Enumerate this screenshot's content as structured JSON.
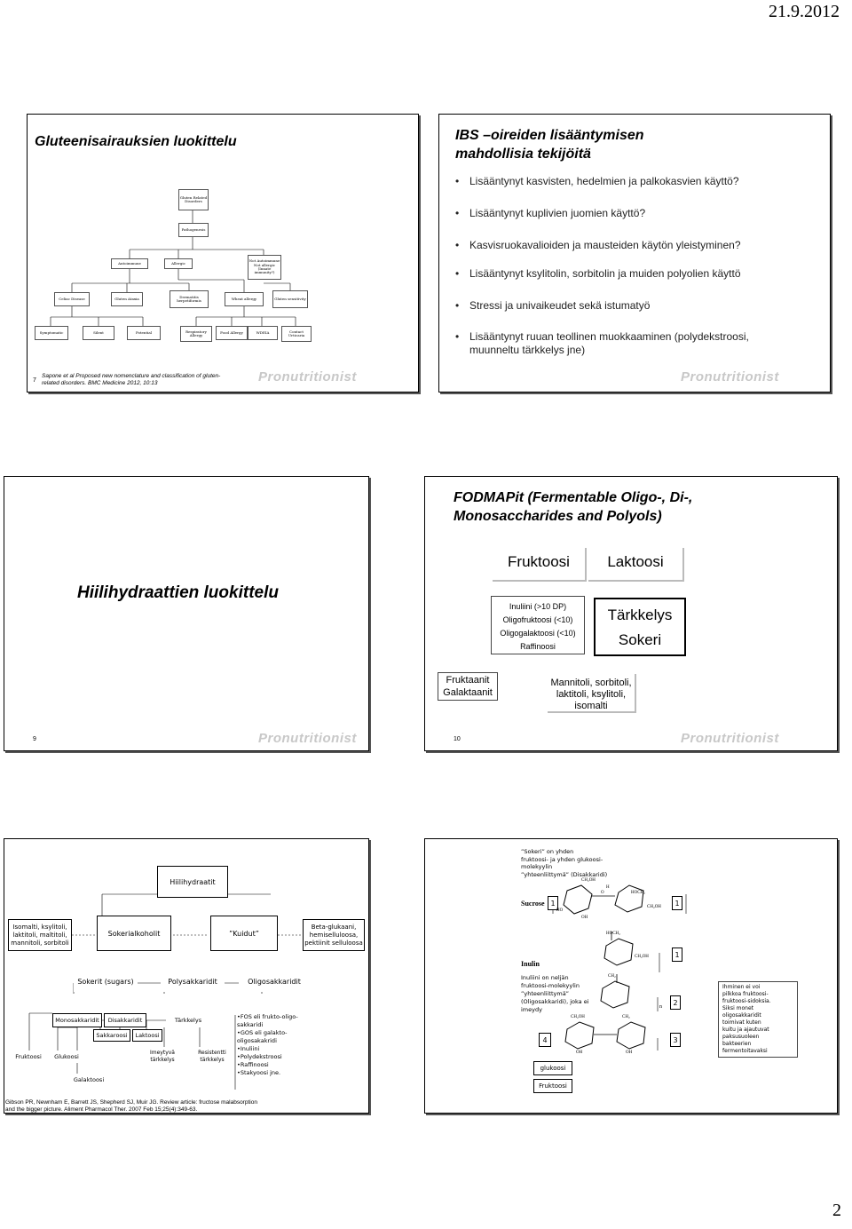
{
  "header": {
    "date": "21.9.2012",
    "page_number": "2"
  },
  "logo_text": "Pronutritionist",
  "slide7": {
    "title": "Gluteenisairauksien luokittelu",
    "number": "7",
    "citation_line1": "Sapone et al Proposed new nomenclature and classification of gluten-",
    "citation_line2": "related disorders. BMC Medicine 2012, 10:13",
    "tree": {
      "root": "Gluten Related Disorders",
      "pathogenesis": "Pathogenesis",
      "autoimmune": "Autoimmune",
      "allergic": "Allergic",
      "nonauto": "Not Autoimmune Not allergic (Innate immunity?)",
      "celiac": "Celiac Disease",
      "ataxia": "Gluten Ataxia",
      "dermatitis": "Dermatitis herpetiformis",
      "wheat_allergy": "Wheat allergy",
      "sensitivity": "Gluten sensitivity",
      "symptomatic": "Symptomatic",
      "silent": "Silent",
      "potential": "Potential",
      "respiratory": "Respiratory Allergy",
      "food_allergy": "Food Allergy",
      "wdeia": "WDEIA",
      "contact": "Contact Urticaria"
    }
  },
  "slide8": {
    "title_line1": "IBS –oireiden lisääntymisen",
    "title_line2": "mahdollisia tekijöitä",
    "bullets": [
      "Lisääntynyt kasvisten, hedelmien ja palkokasvien käyttö?",
      "Lisääntynyt kuplivien juomien käyttö?",
      "Kasvisruokavalioiden ja mausteiden käytön yleistyminen?",
      "Lisääntynyt ksylitolin, sorbitolin ja muiden polyolien käyttö",
      "Stressi ja univaikeudet sekä istumatyö",
      "Lisääntynyt ruuan teollinen muokkaaminen (polydekstroosi,"
    ],
    "bullet6_line2": "muunneltu tärkkelys jne)"
  },
  "slide9": {
    "title": "Hiilihydraattien luokittelu",
    "number": "9"
  },
  "slide10": {
    "title_line1": "FODMAPit (Fermentable Oligo-, Di-,",
    "title_line2": "Monosaccharides and Polyols)",
    "fruktoosi": "Fruktoosi",
    "laktoosi": "Laktoosi",
    "oligo_lines": [
      "Inuliini (>10 DP)",
      "Oligofruktoosi (<10)",
      "Oligogalaktoosi (<10)",
      "Raffinoosi"
    ],
    "tarkkelys": "Tärkkelys",
    "sokeri": "Sokeri",
    "fruktaanit": "Fruktaanit",
    "galaktaanit": "Galaktaanit",
    "polyol_lines": [
      "Mannitoli, sorbitoli,",
      "laktitoli, ksylitoli,",
      "isomalti"
    ],
    "number": "10"
  },
  "slide11": {
    "root": "Hiilihydraatit",
    "polyols": [
      "Isomalti, ksylitoli,",
      "laktitoli, maltitoli,",
      "mannitoli, sorbitoli"
    ],
    "sokerialkoholit": "Sokerialkoholit",
    "kuidut": "”Kuidut”",
    "beta": [
      "Beta-glukaani,",
      "hemiselluloosa,",
      "pektiinit selluloosa"
    ],
    "sokerit": "Sokerit (sugars)",
    "poly": "Polysakkaridit",
    "oligo": "Oligosakkaridit",
    "mono": "Monosakkaridit",
    "disakkaridit": "Disakkaridit",
    "tarkkelys": "Tärkkelys",
    "sakkaroosi": "Sakkaroosi",
    "laktoosi": "Laktoosi",
    "fruktoosi": "Fruktoosi",
    "glukoosi": "Glukoosi",
    "imeytyva": [
      "Imeytyvä",
      "tärkkelys"
    ],
    "resistentti": [
      "Resistentti",
      "tärkkelys"
    ],
    "oligo_list": [
      "•FOS eli frukto-oligo-",
      "sakkaridi",
      "•GOS eli galakto-",
      "oligosakakridi",
      "•Inuliini",
      "•Polydekstroosi",
      "•Raffinoosi",
      "•Stakyoosi jne."
    ],
    "galaktoosi": "Galaktoosi",
    "citation_line1": "Gibson PR, Newnham E, Barrett JS, Shepherd SJ, Muir JG. Review article: fructose malabsorption",
    "citation_line2": "and the bigger picture. Aliment Pharmacol Ther. 2007 Feb 15;25(4):349-63."
  },
  "slide12": {
    "sokeri_note": [
      "”Sokeri” on yhden",
      "fruktoosi- ja yhden glukoosi-",
      "molekyylin",
      "”yhteenliittymä” (Disakkaridi)"
    ],
    "sucrose": "Sucrose",
    "inulin": "Inulin",
    "inulin_note": [
      "Inuliini on neljän",
      "fruktoosi-molekyylin",
      "”yhteenliittymä”",
      "(Oligosakkaridi), joka ei",
      "imeydy"
    ],
    "human_note": [
      "Ihminen ei voi",
      "pilkkoa fruktoosi-",
      "fruktoosi-sidoksia.",
      "Siksi monet",
      "oligosakkaridit",
      "toimivat kuten",
      "kuitu ja ajautuvat",
      "paksusuoleen",
      "bakteerien",
      "fermentoitavaksi"
    ],
    "glukoosi": "glukoosi",
    "fruktoosi": "Fruktoosi",
    "num1": "1",
    "num2": "2",
    "num3": "3",
    "num4": "4",
    "chem": {
      "ch2oh": "CH₂OH",
      "hoch2": "HOCH₂",
      "ch2": "CH₂",
      "o": "O",
      "h": "H",
      "oh": "OH",
      "ho": "HO",
      "n": "n"
    }
  }
}
